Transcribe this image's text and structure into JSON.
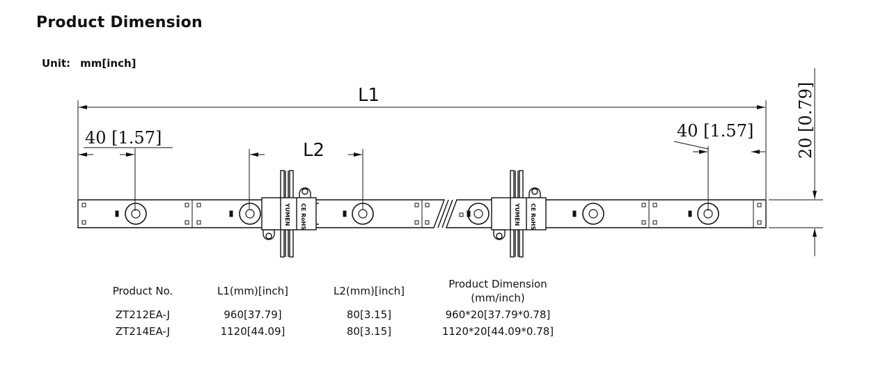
{
  "title": "Product Dimension",
  "unit": {
    "label": "Unit:",
    "value": "mm[inch]"
  },
  "drawing": {
    "l1_label": "L1",
    "l2_label": "L2",
    "end_offset_left": "40 [1.57]",
    "end_offset_right": "40 [1.57]",
    "height_label": "20 [0.79]",
    "connector_print_1": "YUMEN",
    "connector_print_2": "CE RoHS"
  },
  "table": {
    "headers": [
      "Product No.",
      "L1(mm)[inch]",
      "L2(mm)[inch]",
      "Product Dimension",
      "(mm/inch)"
    ],
    "rows": [
      [
        "ZT212EA-J",
        "960[37.79]",
        "80[3.15]",
        "960*20[37.79*0.78]"
      ],
      [
        "ZT214EA-J",
        "1120[44.09]",
        "80[3.15]",
        "1120*20[44.09*0.78]"
      ]
    ]
  }
}
